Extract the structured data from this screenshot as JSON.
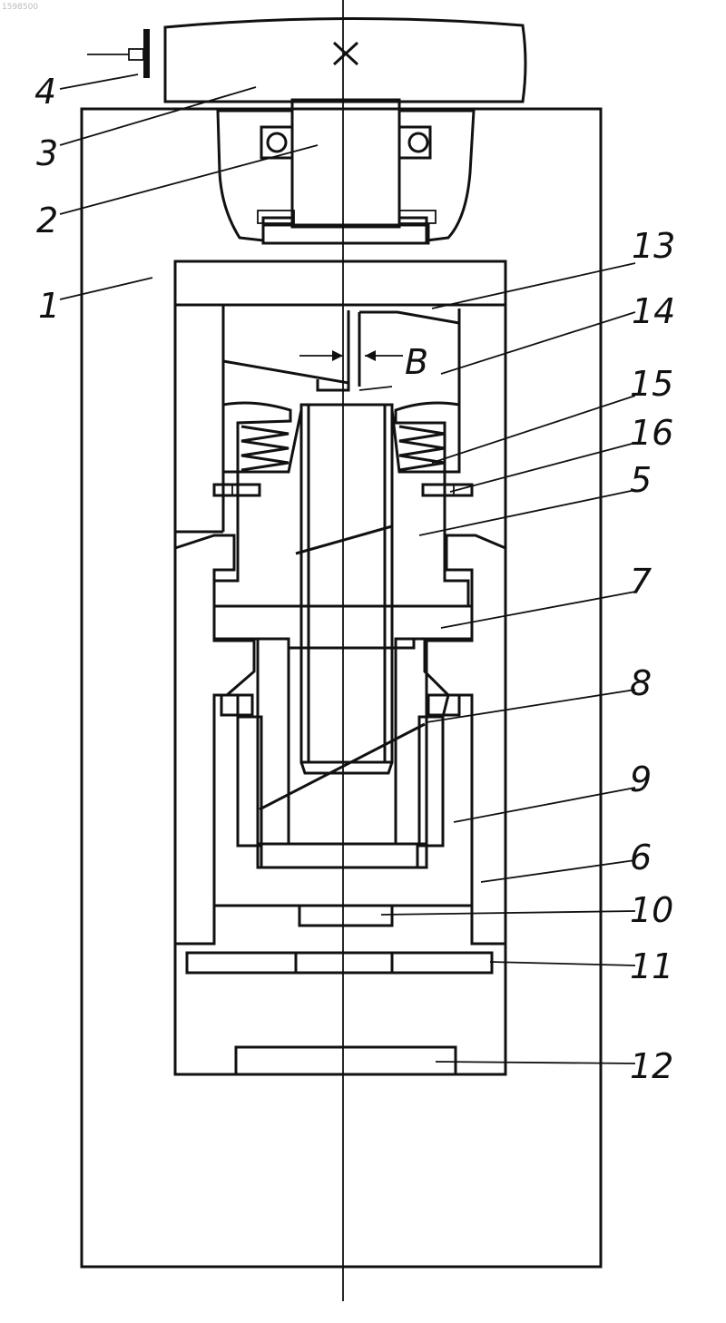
{
  "corner_mark": "1598500",
  "labels": {
    "l1": "1",
    "l2": "2",
    "l3": "3",
    "l4": "4",
    "l5": "5",
    "l6": "6",
    "l7": "7",
    "l8": "8",
    "l9": "9",
    "l10": "10",
    "l11": "11",
    "l12": "12",
    "l13": "13",
    "l14": "14",
    "l15": "15",
    "l16": "16",
    "lB": "B"
  },
  "colors": {
    "ink": "#111111",
    "paper": "#ffffff"
  }
}
